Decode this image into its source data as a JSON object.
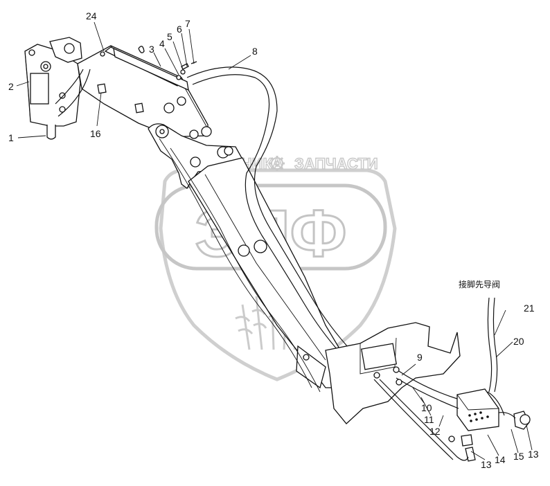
{
  "watermark": {
    "left_text": "ТЕХНИКА",
    "right_text": "ЗАПЧАСТИ",
    "logo_text": "ЭПФ",
    "gear_icon": "gear-icon"
  },
  "annotation": {
    "chinese_label": "接脚先导阀"
  },
  "callouts": {
    "c1": "1",
    "c2": "2",
    "c3": "3",
    "c4": "4",
    "c5": "5",
    "c6": "6",
    "c7": "7",
    "c8": "8",
    "c9": "9",
    "c10": "10",
    "c11": "11",
    "c12": "12",
    "c13a": "13",
    "c13b": "13",
    "c14": "14",
    "c15": "15",
    "c16": "16",
    "c20": "20",
    "c21": "21",
    "c24": "24"
  }
}
